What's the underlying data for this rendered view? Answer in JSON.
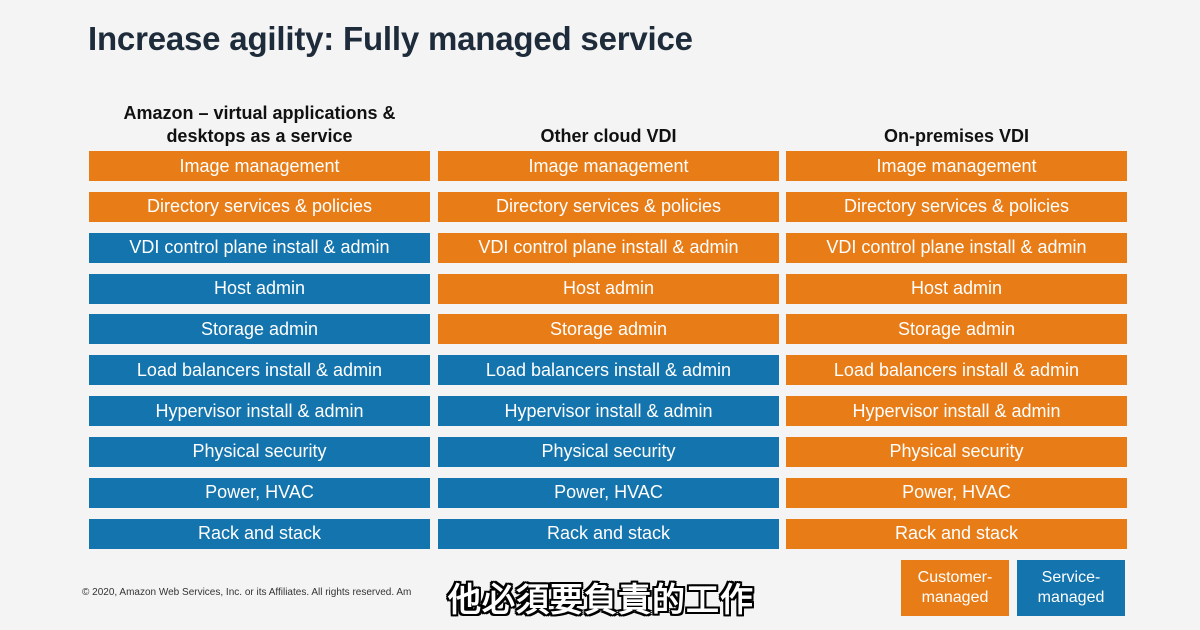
{
  "title": "Increase agility: Fully managed service",
  "columns": [
    {
      "header": "Amazon – virtual applications & desktops as a service",
      "rows": [
        {
          "label": "Image management",
          "type": "customer"
        },
        {
          "label": "Directory services & policies",
          "type": "customer"
        },
        {
          "label": "VDI control plane install & admin",
          "type": "service"
        },
        {
          "label": "Host admin",
          "type": "service"
        },
        {
          "label": "Storage admin",
          "type": "service"
        },
        {
          "label": "Load balancers install & admin",
          "type": "service"
        },
        {
          "label": "Hypervisor install & admin",
          "type": "service"
        },
        {
          "label": "Physical security",
          "type": "service"
        },
        {
          "label": "Power, HVAC",
          "type": "service"
        },
        {
          "label": "Rack and stack",
          "type": "service"
        }
      ]
    },
    {
      "header": "Other cloud VDI",
      "rows": [
        {
          "label": "Image management",
          "type": "customer"
        },
        {
          "label": "Directory services & policies",
          "type": "customer"
        },
        {
          "label": "VDI control plane install & admin",
          "type": "customer"
        },
        {
          "label": "Host admin",
          "type": "customer"
        },
        {
          "label": "Storage admin",
          "type": "customer"
        },
        {
          "label": "Load balancers install & admin",
          "type": "service"
        },
        {
          "label": "Hypervisor install & admin",
          "type": "service"
        },
        {
          "label": "Physical security",
          "type": "service"
        },
        {
          "label": "Power, HVAC",
          "type": "service"
        },
        {
          "label": "Rack and stack",
          "type": "service"
        }
      ]
    },
    {
      "header": "On-premises VDI",
      "rows": [
        {
          "label": "Image management",
          "type": "customer"
        },
        {
          "label": "Directory services & policies",
          "type": "customer"
        },
        {
          "label": "VDI control plane install & admin",
          "type": "customer"
        },
        {
          "label": "Host admin",
          "type": "customer"
        },
        {
          "label": "Storage admin",
          "type": "customer"
        },
        {
          "label": "Load balancers install & admin",
          "type": "customer"
        },
        {
          "label": "Hypervisor install & admin",
          "type": "customer"
        },
        {
          "label": "Physical security",
          "type": "customer"
        },
        {
          "label": "Power, HVAC",
          "type": "customer"
        },
        {
          "label": "Rack and stack",
          "type": "customer"
        }
      ]
    }
  ],
  "legend": {
    "customer": "Customer-\nmanaged",
    "service": "Service-\nmanaged"
  },
  "colors": {
    "customer": "#e87d18",
    "service": "#1474ad"
  },
  "footer": "© 2020, Amazon Web Services, Inc. or its Affiliates. All rights reserved. Am",
  "subtitle": "他必須要負責的工作"
}
